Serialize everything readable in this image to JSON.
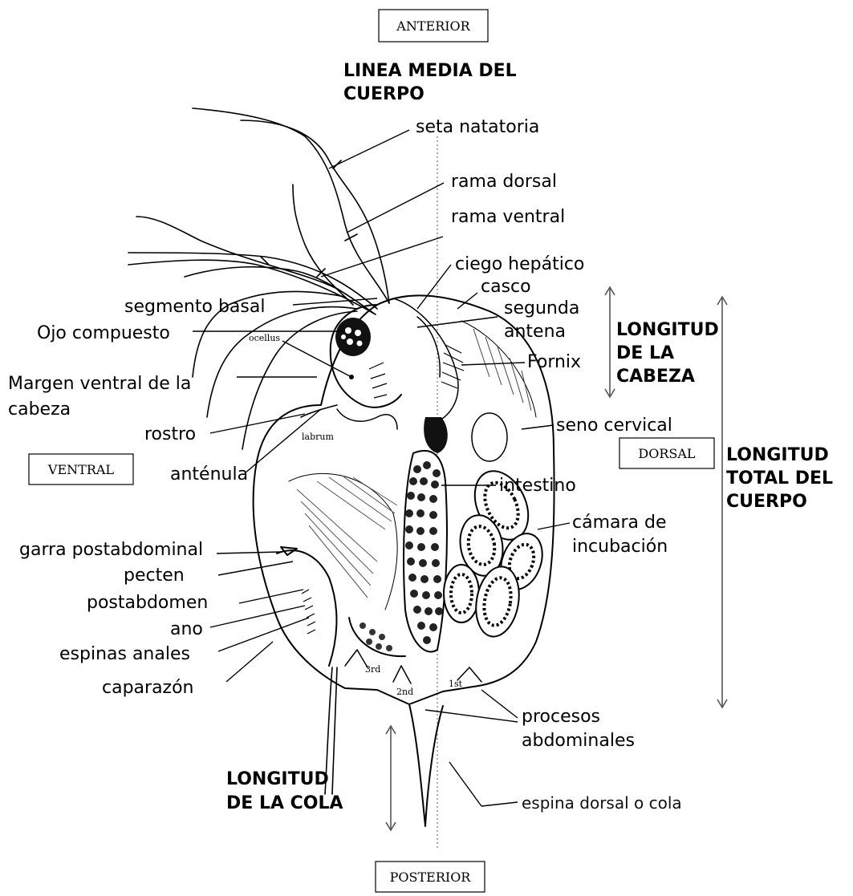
{
  "orientation": {
    "anterior": "ANTERIOR",
    "posterior": "POSTERIOR",
    "ventral": "VENTRAL",
    "dorsal": "DORSAL"
  },
  "midline": {
    "line1": "LINEA MEDIA DEL",
    "line2": "CUERPO"
  },
  "labels": {
    "seta_natatoria": "seta natatoria",
    "rama_dorsal": "rama dorsal",
    "rama_ventral": "rama ventral",
    "ciego_hepatico": "ciego hepático",
    "casco": "casco",
    "segunda_antena_1": "segunda",
    "segunda_antena_2": "antena",
    "segmento_basal": "segmento basal",
    "ojo_compuesto": "Ojo compuesto",
    "fornix": "Fornix",
    "margen_ventral_1": "Margen ventral de la",
    "margen_ventral_2": "cabeza",
    "rostro": "rostro",
    "seno_cervical": "seno cervical",
    "antenula": "anténula",
    "intestino": "intestino",
    "camara_1": "cámara de",
    "camara_2": "incubación",
    "garra": "garra postabdominal",
    "pecten": "pecten",
    "postabdomen": "postabdomen",
    "ano": "ano",
    "espinas_anales": "espinas anales",
    "caparazon": "caparazón",
    "procesos_1": "procesos",
    "procesos_2": "abdominales",
    "espina_dorsal": "espina dorsal o cola"
  },
  "measures": {
    "cabeza_1": "LONGITUD",
    "cabeza_2": "DE LA",
    "cabeza_3": "CABEZA",
    "total_1": "LONGITUD",
    "total_2": "TOTAL DEL",
    "total_3": "CUERPO",
    "cola_1": "LONGITUD",
    "cola_2": "DE LA COLA"
  },
  "small_labels": {
    "ocellus": "ocellus",
    "labrum": "labrum",
    "third": "3rd",
    "second": "2nd",
    "first": "1st"
  }
}
